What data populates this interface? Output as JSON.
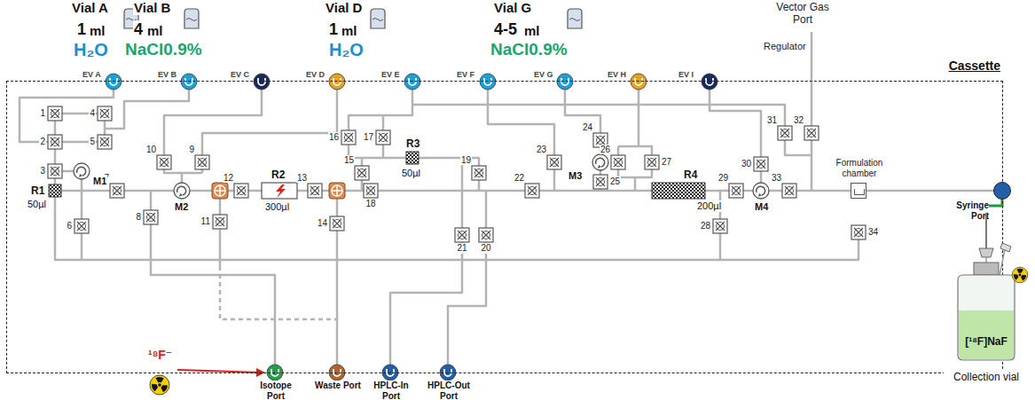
{
  "diagram": {
    "nodes": [
      {
        "text": [
          "Cassette"
        ]
      },
      {
        "text": [
          "Formulation chamber"
        ],
        "in": 0
      },
      {
        "text": [
          "Syringe Port"
        ],
        "in": 0
      },
      {
        "text": [
          "[¹⁸F]NaF",
          "Collection vial"
        ]
      }
    ],
    "edges": [
      {
        "from": 1,
        "to": 2,
        "arrow": "none"
      },
      {
        "from": 2,
        "to": 3,
        "arrow": "none"
      }
    ],
    "labels": [
      "Vial A",
      "1",
      "ml",
      "H₂O",
      "Vial B",
      "4",
      "ml",
      "NaCl0.9%",
      "Vial D",
      "1",
      "ml",
      "H₂O",
      "Vial G",
      "4-5",
      "ml",
      "NaCl0.9%",
      "Vector Gas Port",
      "Regulator",
      "EV A",
      "EV B",
      "EV C",
      "EV D",
      "EV E",
      "EV F",
      "EV G",
      "EV H",
      "EV I",
      "1",
      "2",
      "3",
      "4",
      "5",
      "6",
      "7",
      "8",
      "9",
      "10",
      "11",
      "12",
      "13",
      "14",
      "15",
      "16",
      "17",
      "18",
      "19",
      "20",
      "21",
      "22",
      "23",
      "24",
      "25",
      "26",
      "27",
      "28",
      "29",
      "30",
      "31",
      "32",
      "33",
      "34",
      "M1",
      "M2",
      "M3",
      "M4",
      "R1",
      "50µl",
      "R2",
      "300µl",
      "R3",
      "50µl",
      "R4",
      "200µl",
      "Isotope Port",
      "Waste Port",
      "HPLC-In Port",
      "HPLC-Out Port",
      "¹⁸F⁻"
    ]
  }
}
